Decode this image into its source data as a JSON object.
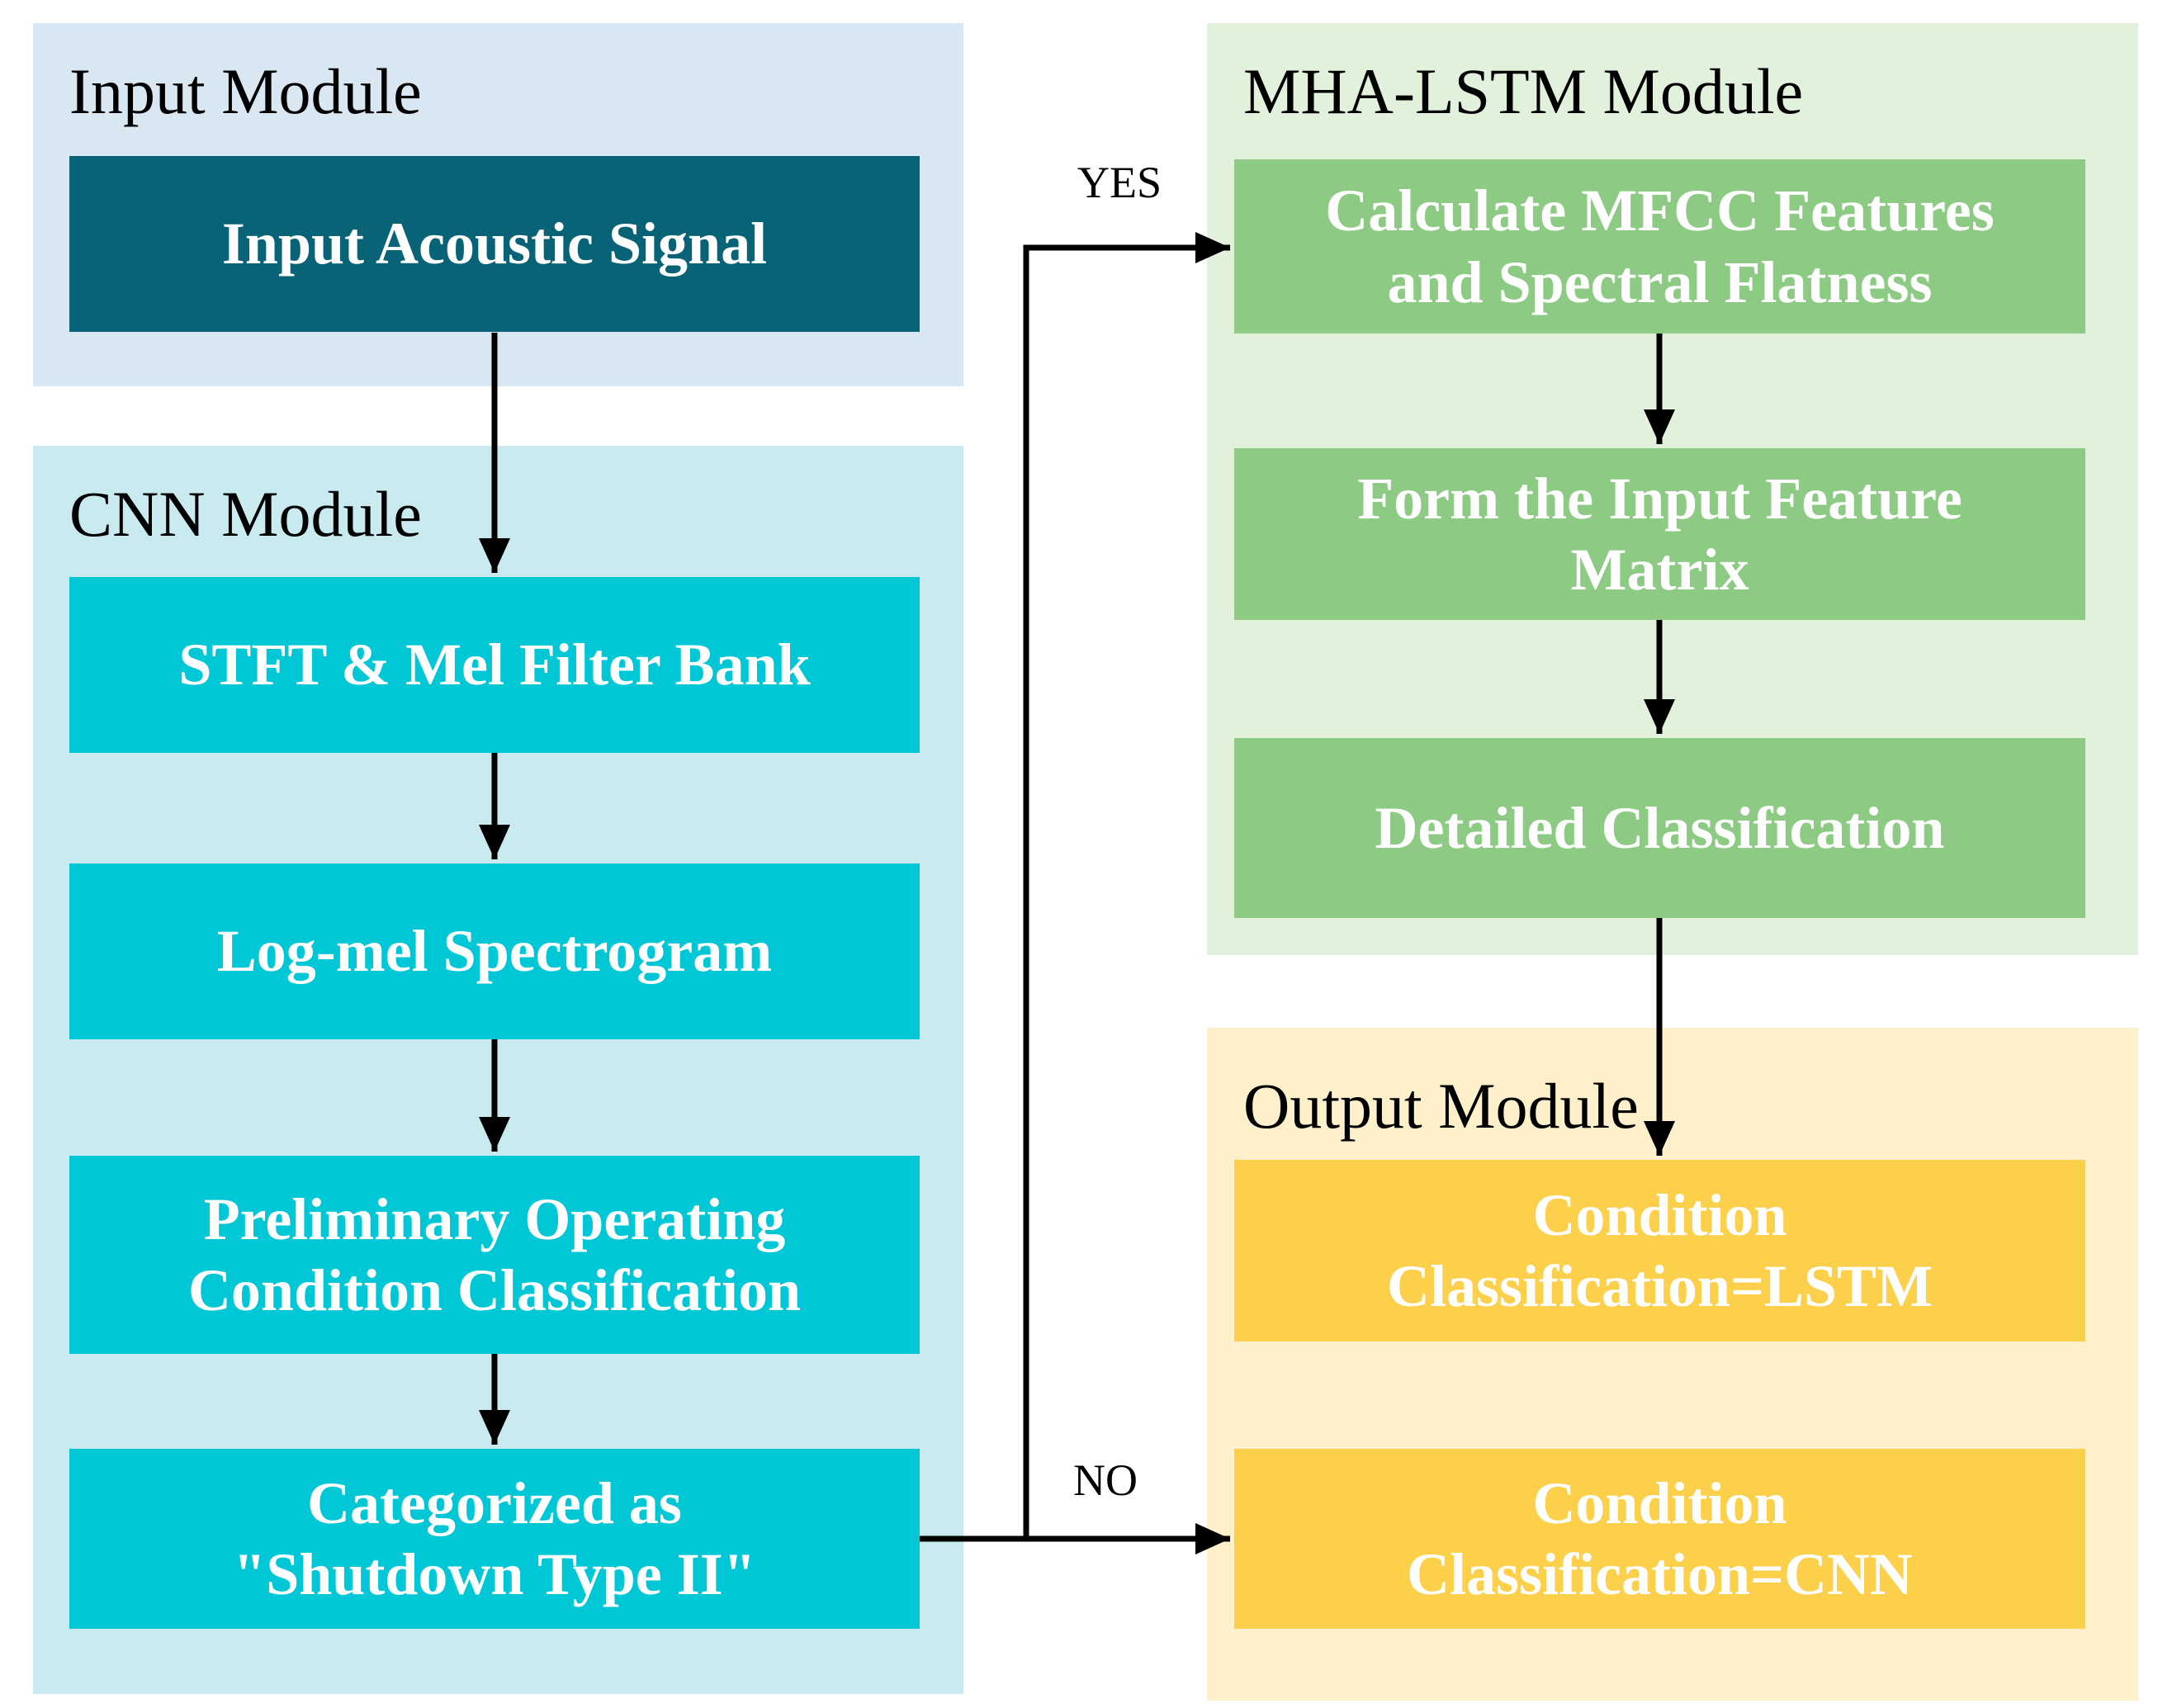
{
  "modules": {
    "input": {
      "label": "Input Module"
    },
    "cnn": {
      "label": "CNN Module"
    },
    "mha": {
      "label": "MHA-LSTM Module"
    },
    "output": {
      "label": "Output Module"
    }
  },
  "nodes": {
    "input_acoustic": {
      "label": "Input Acoustic Signal"
    },
    "stft": {
      "label": "STFT & Mel Filter Bank"
    },
    "logmel": {
      "label": "Log-mel Spectrogram"
    },
    "prelim": {
      "label": "Preliminary Operating\nCondition Classification"
    },
    "categorized": {
      "label": "Categorized as\n\"Shutdown Type II\""
    },
    "calc_mfcc": {
      "label": "Calculate MFCC Features\nand Spectral Flatness"
    },
    "form_matrix": {
      "label": "Form the Input Feature\nMatrix"
    },
    "detailed": {
      "label": "Detailed Classification"
    },
    "out_lstm": {
      "label": "Condition\nClassification=LSTM"
    },
    "out_cnn": {
      "label": "Condition\nClassification=CNN"
    }
  },
  "branch": {
    "yes": "YES",
    "no": "NO"
  },
  "colors": {
    "input_panel": "#d9e7f3",
    "input_box": "#086376",
    "cnn_panel": "#c9ebf0",
    "cnn_box": "#00c7d6",
    "mha_panel": "#e2f1dc",
    "mha_box": "#8dcb85",
    "output_panel": "#fdf0cb",
    "output_box": "#fcd04b",
    "arrow": "#000000",
    "label_text": "#000000",
    "box_text": "#ffffff"
  }
}
